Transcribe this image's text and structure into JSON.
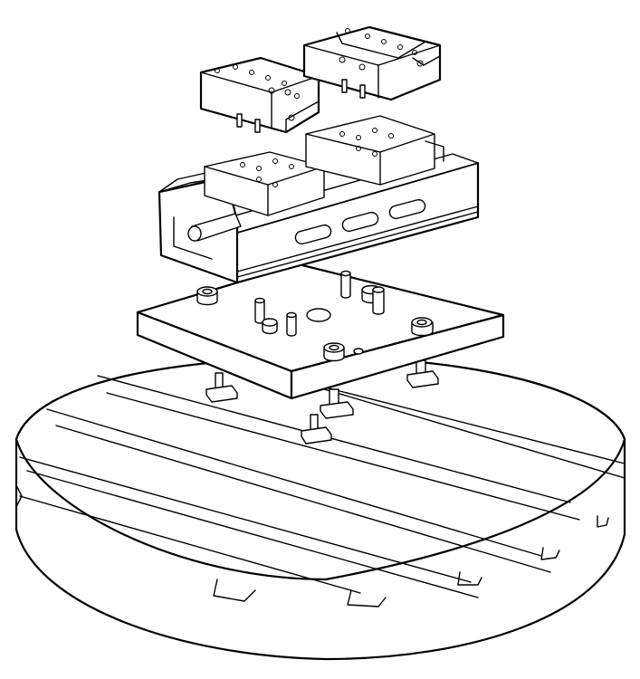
{
  "drawing": {
    "parts": [
      "rotary-table",
      "t-nut-clamp",
      "subplate",
      "dowel-pin",
      "vise-body",
      "vise-jaw"
    ]
  },
  "colors": {
    "line": "#000000",
    "paper": "#ffffff"
  }
}
